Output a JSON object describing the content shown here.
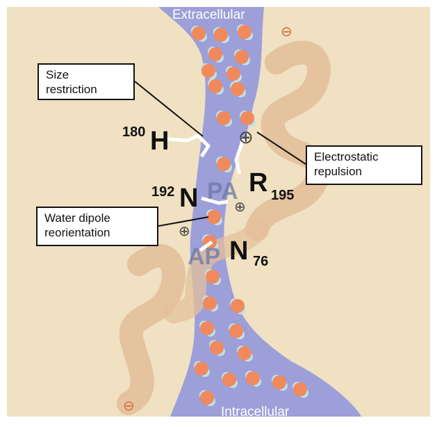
{
  "regions": {
    "top": "Extracellular",
    "bottom": "Intracellular"
  },
  "callouts": {
    "size": [
      "Size",
      "restriction"
    ],
    "electrostatic": [
      "Electrostatic",
      "repulsion"
    ],
    "water": [
      "Water dipole",
      "reorientation"
    ]
  },
  "residues": {
    "his": {
      "number": "180",
      "letter": "H"
    },
    "asn192": {
      "number": "192",
      "letter": "N"
    },
    "arg": {
      "letter": "R",
      "number": "195"
    },
    "asn76": {
      "letter": "N",
      "number": "76"
    }
  },
  "motifs": {
    "upper": "PA",
    "lower": "AP"
  },
  "charges": {
    "plus": "⊕",
    "minus": "⊖"
  },
  "colors": {
    "background": "#efe1c2",
    "channel": "#9c9fd8",
    "helix": "#e3c09b",
    "water_oxygen": "#f08a5c",
    "water_hydrogen": "#bfe0ea"
  }
}
